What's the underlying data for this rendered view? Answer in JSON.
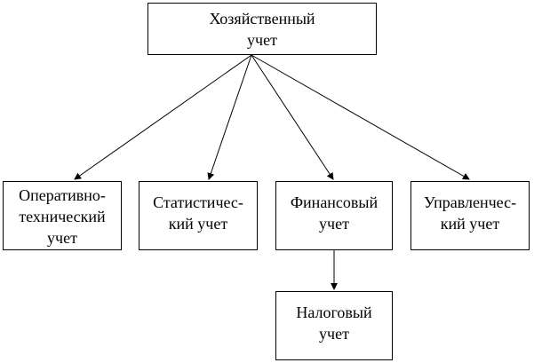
{
  "diagram": {
    "root": "Хозяйственный\nучет",
    "children": [
      "Оперативно-\nтехнический\nучет",
      "Статистичес-\nкий учет",
      "Финансовый\nучет",
      "Управленчес-\nкий учет"
    ],
    "subchild": "Налоговый\nучет"
  }
}
